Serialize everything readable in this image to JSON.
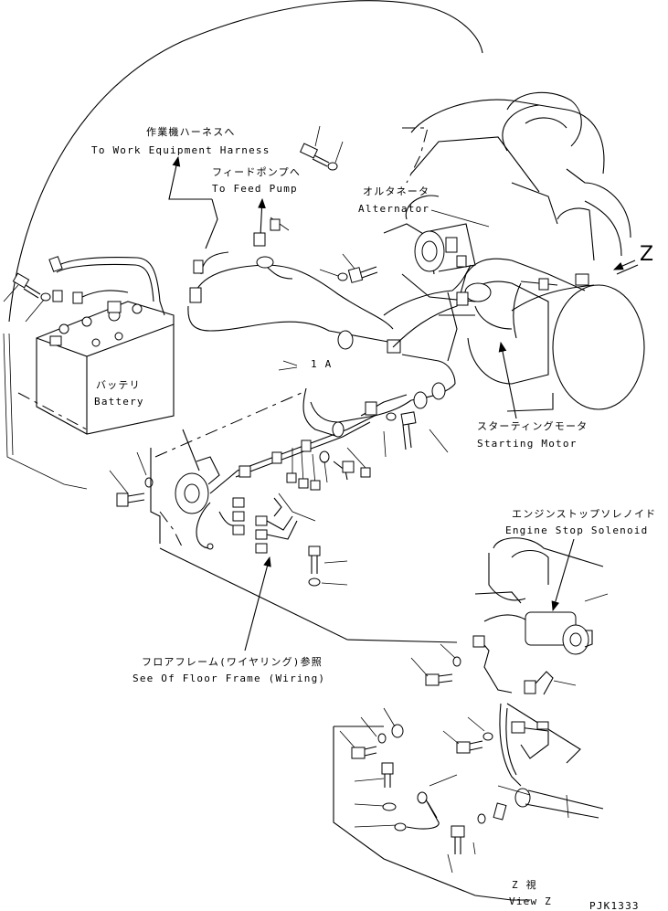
{
  "labels": {
    "work_equipment_jp": "作業機ハーネスへ",
    "work_equipment_en": "To Work Equipment Harness",
    "feed_pump_jp": "フィードポンプへ",
    "feed_pump_en": "To Feed Pump",
    "alternator_jp": "オルタネータ",
    "alternator_en": "Alternator",
    "view_marker": "Z",
    "battery_jp": "バッテリ",
    "battery_en": "Battery",
    "ref_1a": "1 A",
    "starting_motor_jp": "スターティングモータ",
    "starting_motor_en": "Starting Motor",
    "stop_solenoid_jp": "エンジンストップソレノイド",
    "stop_solenoid_en": "Engine Stop Solenoid",
    "floor_frame_jp": "フロアフレーム(ワイヤリング)参照",
    "floor_frame_en": "See Of Floor Frame (Wiring)",
    "view_z_jp": "Z 視",
    "view_z_en": "View Z",
    "drawing_code": "PJK1333"
  }
}
